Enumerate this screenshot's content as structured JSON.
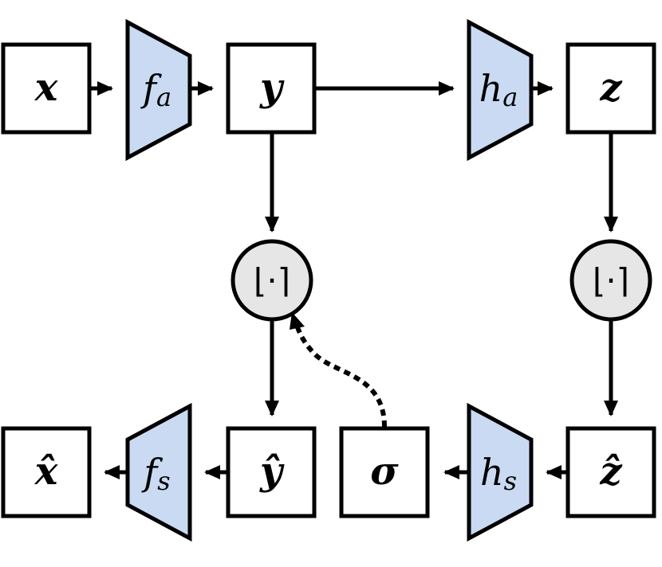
{
  "nodes": {
    "x": "x",
    "y": "y",
    "z": "z",
    "x_hat": "x̂",
    "y_hat": "ŷ",
    "z_hat": "ẑ",
    "sigma": "σ"
  },
  "transforms": {
    "fa": {
      "base": "f",
      "sub": "a"
    },
    "ha": {
      "base": "h",
      "sub": "a"
    },
    "fs": {
      "base": "f",
      "sub": "s"
    },
    "hs": {
      "base": "h",
      "sub": "s"
    }
  },
  "quantizers": {
    "q1": "⌊·⌉",
    "q2": "⌊·⌉"
  },
  "colors": {
    "transform_fill": "#c9daf2",
    "quantizer_fill": "#e6e6e6"
  }
}
